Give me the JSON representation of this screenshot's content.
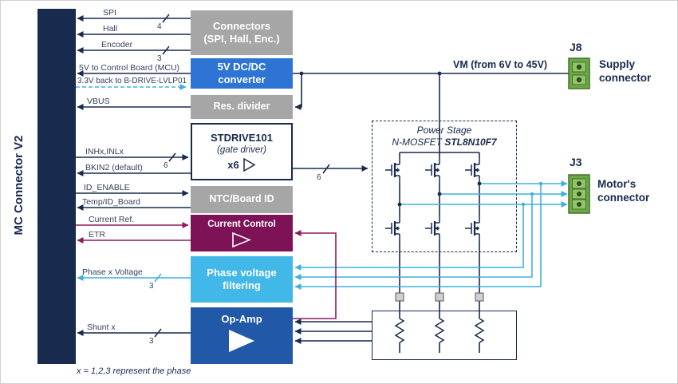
{
  "colors": {
    "navy": "#182a4d",
    "gray": "#a6a6a6",
    "blue": "#2d74d4",
    "cyan": "#41b8e8",
    "opamp_blue": "#2158a8",
    "magenta": "#7d1257",
    "wire_magenta": "#8c1a62",
    "connector_green": "#6aaa45"
  },
  "left_bar": {
    "label": "MC Connector V2"
  },
  "blocks": {
    "connectors": {
      "line1": "Connectors",
      "line2": "(SPI, Hall, Enc.)"
    },
    "dcdc": {
      "line1": "5V DC/DC",
      "line2": "converter"
    },
    "res_divider": {
      "label": "Res. divider"
    },
    "stdrive": {
      "title": "STDRIVE101",
      "subtitle": "(gate driver)",
      "mult": "x6"
    },
    "ntc": {
      "label": "NTC/Board ID"
    },
    "current_control": {
      "label": "Current Control"
    },
    "phase_filter": {
      "line1": "Phase voltage",
      "line2": "filtering"
    },
    "opamp": {
      "label": "Op-Amp"
    }
  },
  "power_stage": {
    "title": "Power Stage",
    "device_prefix": "N-MOSFET ",
    "device": "STL8N10F7"
  },
  "vm": {
    "label": "VM  (from 6V to 45V)"
  },
  "j8": {
    "ref": "J8",
    "name": "Supply connector"
  },
  "j3": {
    "ref": "J3",
    "name": "Motor's connector"
  },
  "signals": {
    "spi": {
      "label": "SPI",
      "width": "4"
    },
    "hall": {
      "label": "Hall"
    },
    "encoder": {
      "label": "Encoder",
      "width": "3"
    },
    "v5": {
      "label": "5V to Control Board (MCU)"
    },
    "v33": {
      "label": "3.3V back to B-DRIVE-LVLP01"
    },
    "vbus": {
      "label": "VBUS"
    },
    "inhinl": {
      "label": "INHx,INLx",
      "width": "6"
    },
    "bkin2": {
      "label": "BKIN2 (default)"
    },
    "id_enable": {
      "label": "ID_ENABLE"
    },
    "temp_id": {
      "label": "Temp/ID_Board"
    },
    "current_ref": {
      "label": "Current Ref."
    },
    "etr": {
      "label": "ETR"
    },
    "phase_v": {
      "label": "Phase x Voltage",
      "width": "3"
    },
    "shunt": {
      "label": "Shunt x",
      "width": "3"
    },
    "gate_bus": {
      "width": "6"
    }
  },
  "note": "x = 1,2,3 represent the phase"
}
